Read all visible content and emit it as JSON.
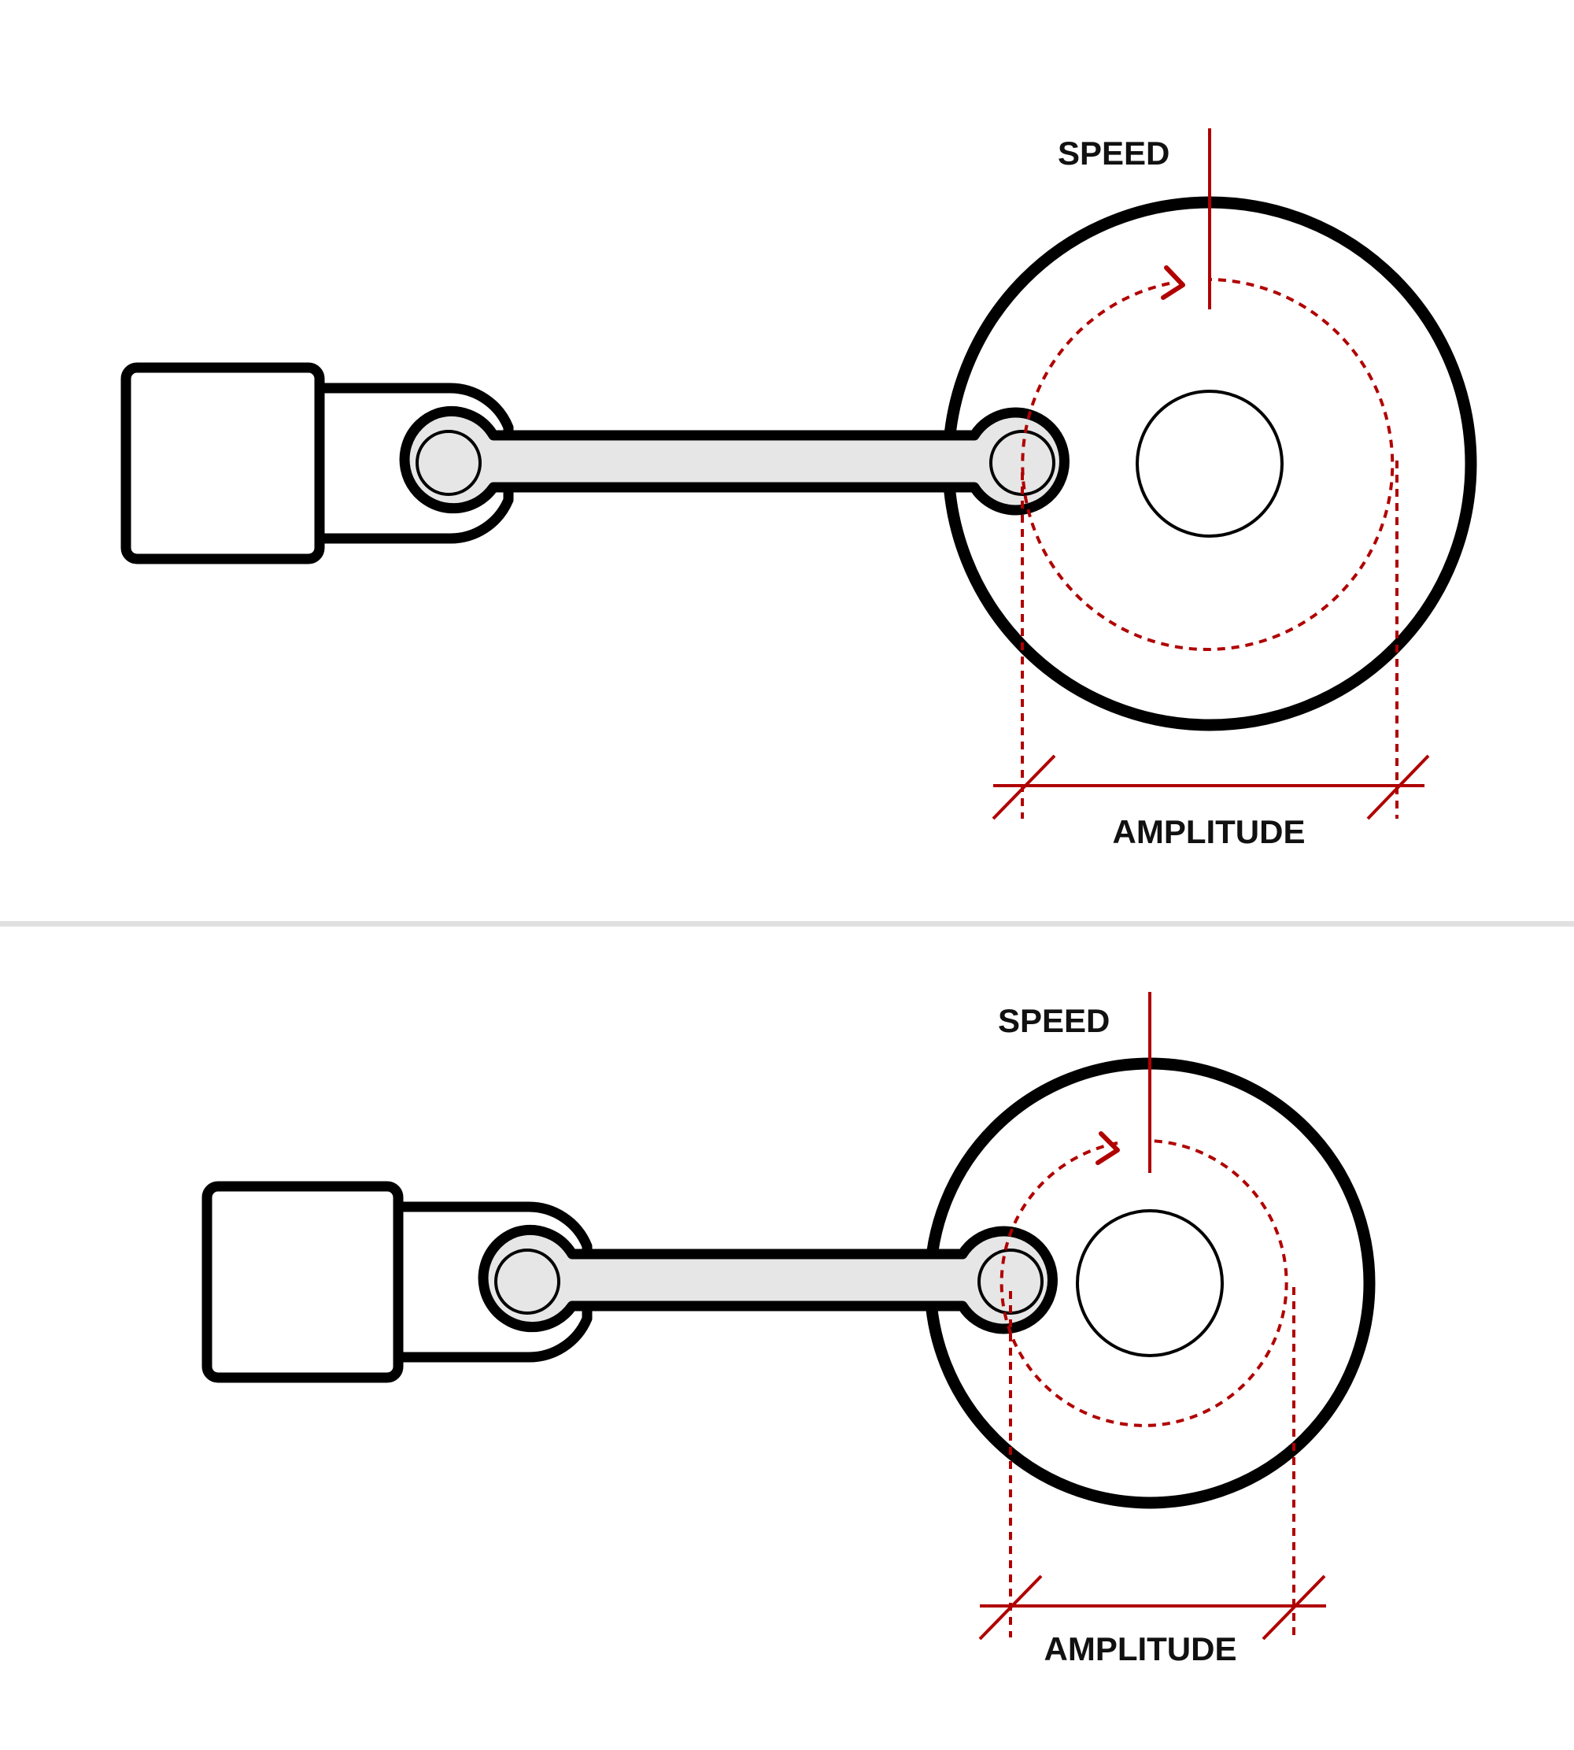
{
  "colors": {
    "outline": "#000000",
    "accent": "#b00000",
    "link_fill": "#e6e6e6",
    "divider": "#e0e0e0",
    "background": "#ffffff"
  },
  "panels": [
    {
      "speed_label": "SPEED",
      "amplitude_label": "AMPLITUDE"
    },
    {
      "speed_label": "SPEED",
      "amplitude_label": "AMPLITUDE"
    }
  ]
}
